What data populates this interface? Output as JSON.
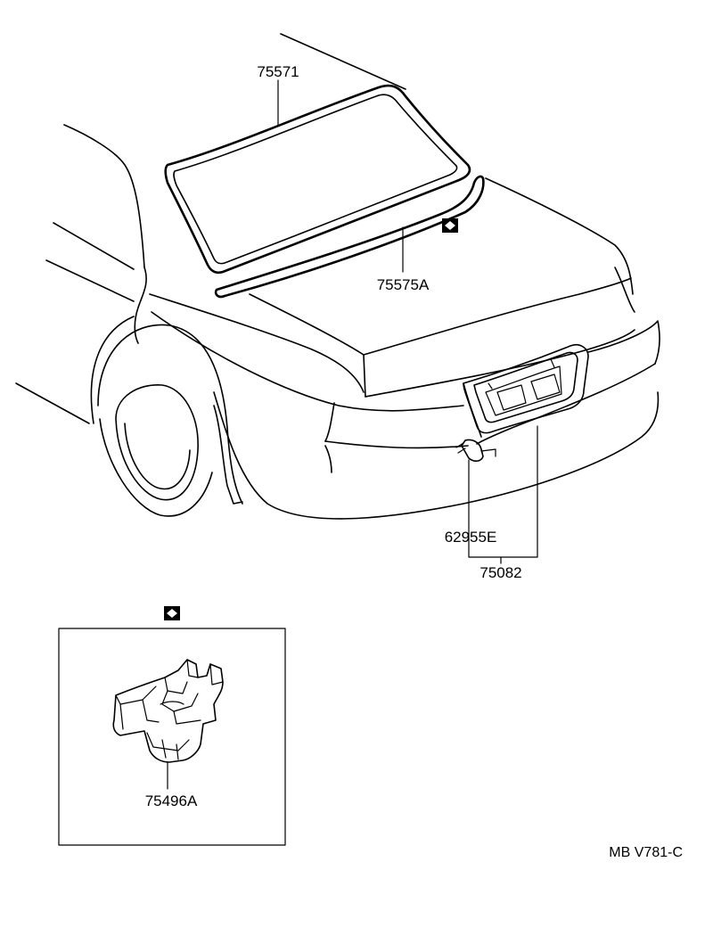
{
  "parts": {
    "weatherstrip": "75571",
    "moulding": "75575A",
    "bulb_socket": "62955E",
    "lamp_assy": "75082",
    "clip": "75496A"
  },
  "diagram_code": "MB V781-C",
  "colors": {
    "ink": "#000000",
    "paper": "#ffffff"
  }
}
